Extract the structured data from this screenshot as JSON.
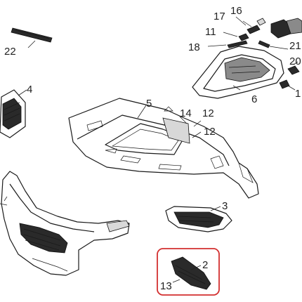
{
  "callouts": {
    "c22": "22",
    "c4": "4",
    "c5": "5",
    "c14": "14",
    "c12a": "12",
    "c12b": "12",
    "c16": "16",
    "c17": "17",
    "c11": "11",
    "c18": "18",
    "c21": "21",
    "c20": "20",
    "c1": "1",
    "c6": "6",
    "c3": "3",
    "c2": "2",
    "c13": "13"
  },
  "highlight": {
    "color": "#d32f2f"
  }
}
